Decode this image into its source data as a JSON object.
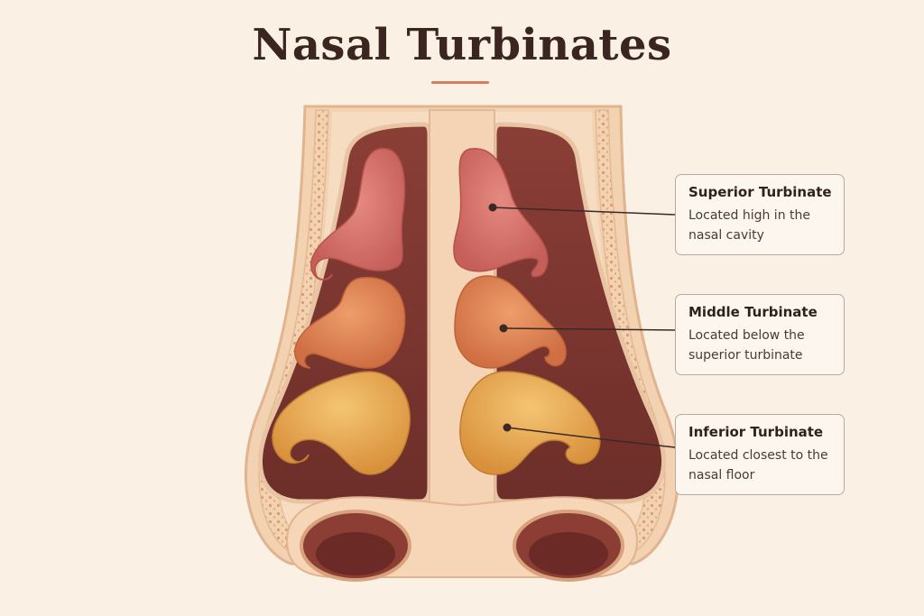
{
  "title": "Nasal Turbinates",
  "colors": {
    "background": "#fbf0e4",
    "title_text": "#3b2521",
    "accent": "#d77b5c",
    "skin": "#f3d2b1",
    "cavity": "#7a3530",
    "superior_turbinate": "#d8746d",
    "middle_turbinate": "#e08a5a",
    "inferior_turbinate": "#e8ad4f",
    "leader_line": "#3a2a25"
  },
  "labels": [
    {
      "name": "Superior Turbinate",
      "description": "Located high in the nasal cavity"
    },
    {
      "name": "Middle Turbinate",
      "description": "Located below the superior turbinate"
    },
    {
      "name": "Inferior Turbinate",
      "description": "Located closest to the nasal floor"
    }
  ]
}
